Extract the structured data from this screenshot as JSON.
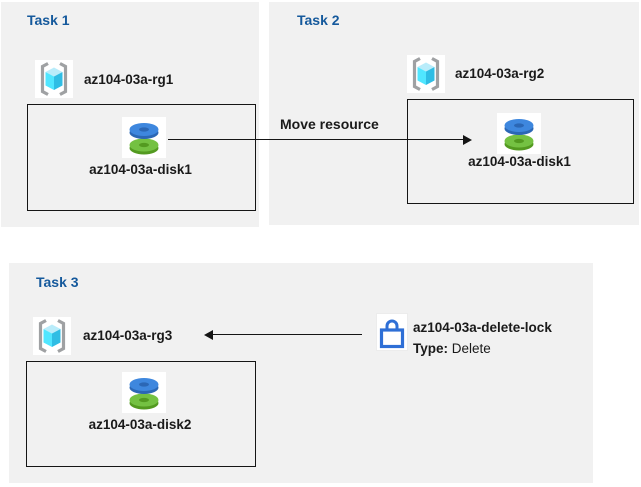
{
  "tasks": [
    {
      "title": "Task 1",
      "resource_group": "az104-03a-rg1",
      "disk": "az104-03a-disk1"
    },
    {
      "title": "Task 2",
      "resource_group": "az104-03a-rg2",
      "disk": "az104-03a-disk1"
    },
    {
      "title": "Task 3",
      "resource_group": "az104-03a-rg3",
      "disk": "az104-03a-disk2"
    }
  ],
  "move_arrow": {
    "label": "Move resource"
  },
  "lock": {
    "name": "az104-03a-delete-lock",
    "type_label": "Type:",
    "type_value": " Delete"
  },
  "icons": {
    "resource_group": "resource-group-icon",
    "disk": "disk-icon",
    "lock": "lock-icon"
  },
  "colors": {
    "panel_bg": "#f1f1f1",
    "title_blue": "#15599c",
    "text": "#1a1a1a",
    "box_border": "#151515",
    "arrow": "#151515",
    "rg_bracket": "#9fa1a3",
    "cube_top": "#b9ecfa",
    "cube_left": "#50e6ff",
    "cube_right": "#2fbde4",
    "disk_blue": "#3e87de",
    "disk_blue_dark": "#2b67b5",
    "disk_green": "#74c142",
    "disk_green_dark": "#539a20",
    "lock_blue": "#2e6fd6",
    "icon_patch": "#ffffff"
  }
}
